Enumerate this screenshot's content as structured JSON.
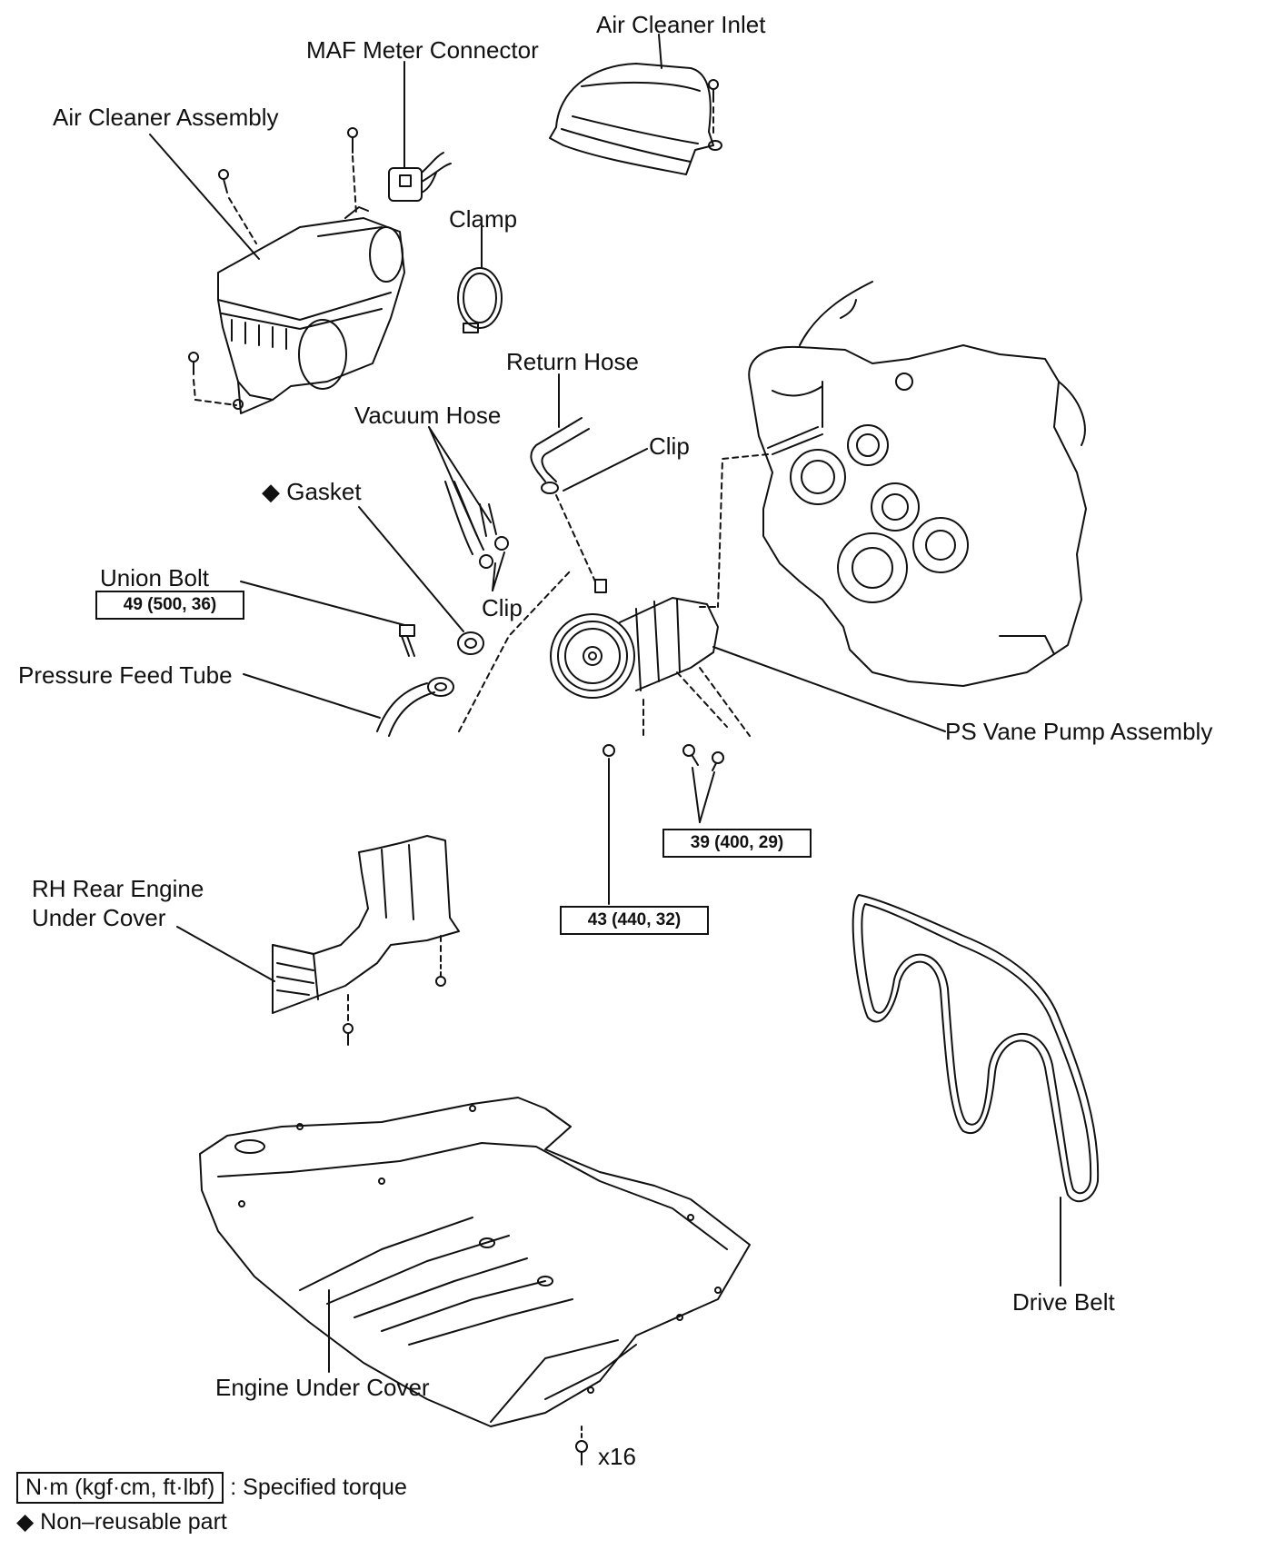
{
  "labels": {
    "air_cleaner_inlet": "Air Cleaner Inlet",
    "maf_meter_connector": "MAF Meter Connector",
    "air_cleaner_assembly": "Air Cleaner Assembly",
    "clamp": "Clamp",
    "return_hose": "Return Hose",
    "vacuum_hose": "Vacuum Hose",
    "clip_upper": "Clip",
    "gasket": "◆ Gasket",
    "clip_lower": "Clip",
    "union_bolt": "Union Bolt",
    "pressure_feed_tube": "Pressure Feed Tube",
    "ps_vane_pump_assembly": "PS Vane Pump Assembly",
    "rh_rear_engine_under_cover_1": "RH Rear Engine",
    "rh_rear_engine_under_cover_2": "Under Cover",
    "drive_belt": "Drive Belt",
    "engine_under_cover": "Engine Under Cover",
    "bolt_count": "x16"
  },
  "torques": {
    "union_bolt": "49 (500, 36)",
    "pump_bolts": "39 (400, 29)",
    "pump_nut": "43 (440, 32)"
  },
  "legend": {
    "torque_units": "N·m (kgf·cm, ft·lbf)",
    "torque_desc": ": Specified torque",
    "nonreusable": "◆ Non–reusable part"
  }
}
